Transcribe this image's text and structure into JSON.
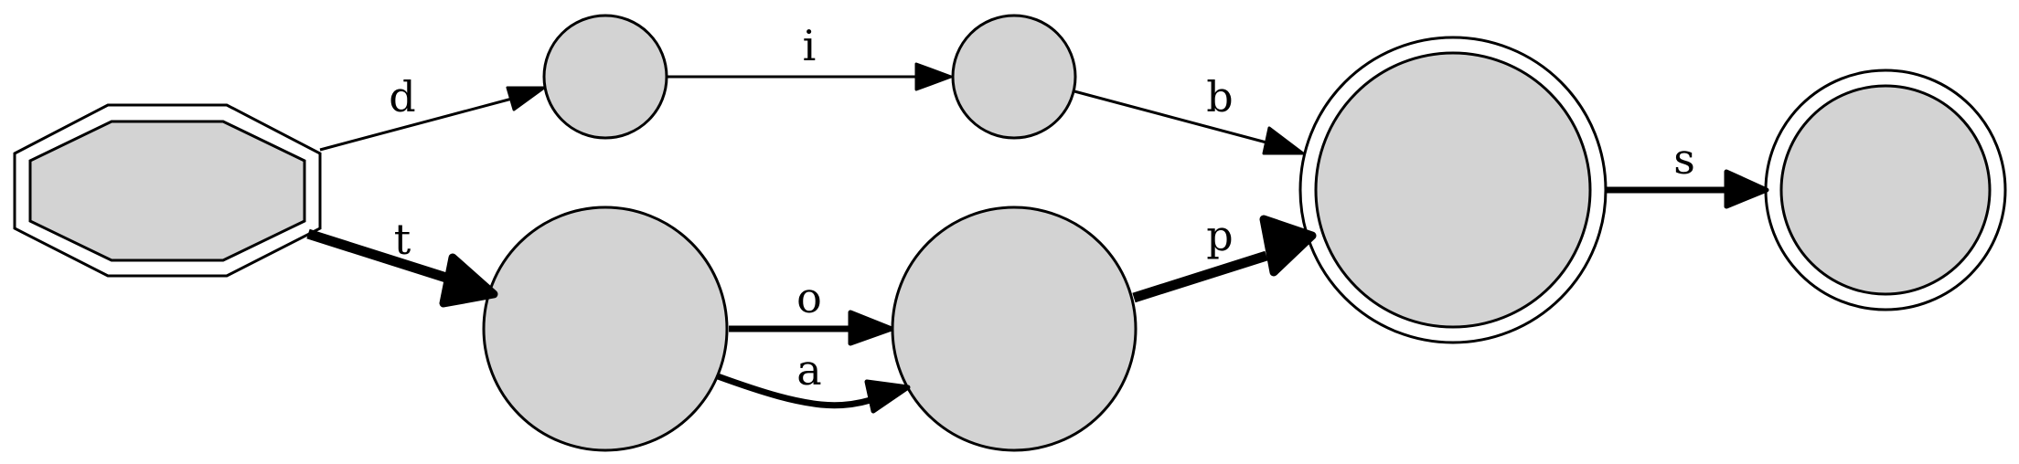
{
  "diagram": {
    "type": "state-graph",
    "edges": [
      {
        "id": "d",
        "label": "d",
        "from": "start",
        "to": "n1",
        "weight": "thin"
      },
      {
        "id": "i",
        "label": "i",
        "from": "n1",
        "to": "n2",
        "weight": "thin"
      },
      {
        "id": "b",
        "label": "b",
        "from": "n2",
        "to": "accept1",
        "weight": "thin"
      },
      {
        "id": "t",
        "label": "t",
        "from": "start",
        "to": "n3",
        "weight": "thick"
      },
      {
        "id": "o",
        "label": "o",
        "from": "n3",
        "to": "n4",
        "weight": "medium"
      },
      {
        "id": "a",
        "label": "a",
        "from": "n3",
        "to": "n4",
        "weight": "medium"
      },
      {
        "id": "p",
        "label": "p",
        "from": "n4",
        "to": "accept1",
        "weight": "thick"
      },
      {
        "id": "s",
        "label": "s",
        "from": "accept1",
        "to": "accept2",
        "weight": "medium"
      }
    ],
    "colors": {
      "node_fill": "#d3d3d3",
      "stroke": "#000000",
      "background": "#ffffff"
    }
  }
}
